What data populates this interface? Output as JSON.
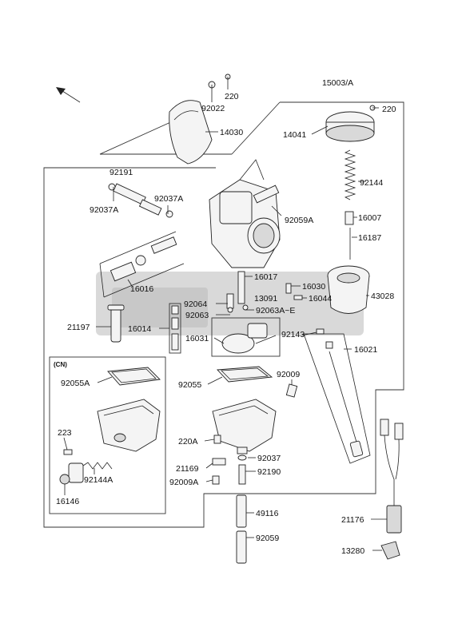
{
  "part_labels": {
    "p15003a": "15003/A",
    "p220a": "220",
    "p92022": "92022",
    "p220b": "220",
    "p14030": "14030",
    "p14041": "14041",
    "p92191": "92191",
    "p92037a_1": "92037A",
    "p92037a_2": "92037A",
    "p92144": "92144",
    "p92059a": "92059A",
    "p16007": "16007",
    "p16187": "16187",
    "p16016": "16016",
    "p16017": "16017",
    "p16030": "16030",
    "p92064": "92064",
    "p13091": "13091",
    "p16044": "16044",
    "p43028": "43028",
    "p92063": "92063",
    "p92063ae": "92063A~E",
    "p21197": "21197",
    "p16014": "16014",
    "p92143": "92143",
    "p16031": "16031",
    "p16021": "16021",
    "p92055a": "92055A",
    "p92055": "92055",
    "p92009": "92009",
    "p223": "223",
    "p220a_2": "220A",
    "p92037": "92037",
    "p21169": "21169",
    "p92190": "92190",
    "p92144a": "92144A",
    "p92009a": "92009A",
    "p16146": "16146",
    "p49116": "49116",
    "p21176": "21176",
    "p92059": "92059",
    "p13280": "13280"
  },
  "inset_label": "(CN)"
}
